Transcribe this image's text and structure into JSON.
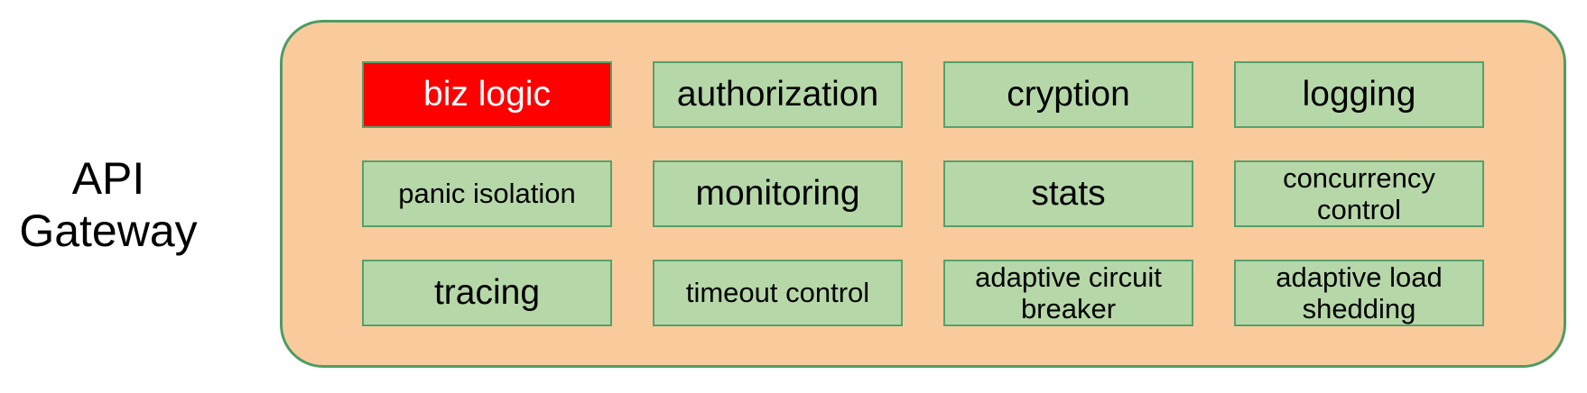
{
  "gateway": {
    "label": "API\nGateway",
    "modules": [
      {
        "label": "biz logic",
        "variant": "highlight",
        "size": "large"
      },
      {
        "label": "authorization",
        "variant": "green",
        "size": "large"
      },
      {
        "label": "cryption",
        "variant": "green",
        "size": "large"
      },
      {
        "label": "logging",
        "variant": "green",
        "size": "large"
      },
      {
        "label": "panic isolation",
        "variant": "green",
        "size": "small"
      },
      {
        "label": "monitoring",
        "variant": "green",
        "size": "large"
      },
      {
        "label": "stats",
        "variant": "green",
        "size": "large"
      },
      {
        "label": "concurrency\ncontrol",
        "variant": "green",
        "size": "small"
      },
      {
        "label": "tracing",
        "variant": "green",
        "size": "large"
      },
      {
        "label": "timeout control",
        "variant": "green",
        "size": "small"
      },
      {
        "label": "adaptive circuit\nbreaker",
        "variant": "green",
        "size": "small"
      },
      {
        "label": "adaptive load\nshedding",
        "variant": "green",
        "size": "small"
      }
    ]
  },
  "colors": {
    "page_bg": "#FFFFFF",
    "container_fill": "#F9CB9C",
    "container_border": "#4E9B64",
    "cell_fill": "#B6D7A8",
    "cell_border": "#55A16C",
    "highlight_fill": "#FF0000",
    "highlight_text": "#FFFFFF",
    "text_color": "#000000"
  }
}
